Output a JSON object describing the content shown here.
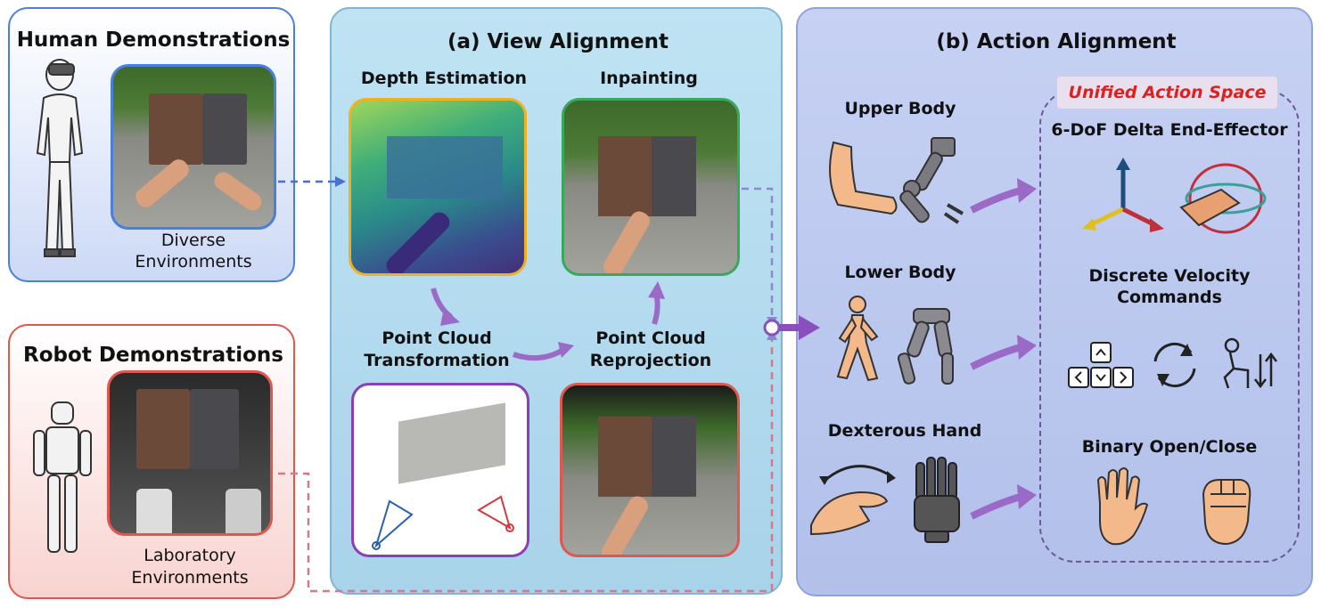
{
  "human": {
    "title": "Human Demonstrations",
    "caption_line1": "Diverse",
    "caption_line2": "Environments"
  },
  "robot": {
    "title": "Robot Demonstrations",
    "caption_line1": "Laboratory",
    "caption_line2": "Environments"
  },
  "view_alignment": {
    "title": "(a) View Alignment",
    "depth_label": "Depth Estimation",
    "inpainting_label": "Inpainting",
    "pc_transform_line1": "Point Cloud",
    "pc_transform_line2": "Transformation",
    "pc_reproject_line1": "Point Cloud",
    "pc_reproject_line2": "Reprojection"
  },
  "action_alignment": {
    "title": "(b) Action Alignment",
    "upper_body": "Upper Body",
    "lower_body": "Lower Body",
    "dexterous_hand": "Dexterous Hand",
    "unified_space": "Unified Action Space",
    "dof_label": "6-DoF Delta End-Effector",
    "velocity_line1": "Discrete Velocity",
    "velocity_line2": "Commands",
    "binary_label": "Binary Open/Close"
  },
  "colors": {
    "human_border": "#4a7fe0",
    "robot_border": "#e0574f",
    "view_panel_bg": "#a9d6ea",
    "action_panel_bg": "#b7c4ec",
    "depth_border": "#f0b020",
    "inpaint_border": "#3aa85a",
    "pointcloud_border": "#8a3fb5",
    "reproject_border": "#e0574f",
    "arrow_purple": "#9b6ac6",
    "unified_text": "#e02020"
  },
  "icons": {
    "human_figure": "vr-headset-person-icon",
    "robot_figure": "humanoid-robot-icon",
    "arm": "human-arm-icon",
    "robot_arm": "robot-arm-icon",
    "walker": "walking-person-icon",
    "robot_legs": "robot-legs-icon",
    "pinch_hand": "pinch-hand-icon",
    "robot_hand": "robot-hand-icon",
    "axes": "xyz-axes-icon",
    "rotation": "rotation-wrist-icon",
    "arrow_keys": "arrow-keys-icon",
    "turn": "turn-cycle-icon",
    "squat": "squat-updown-icon",
    "open_hand": "open-hand-icon",
    "fist": "closed-fist-icon"
  }
}
